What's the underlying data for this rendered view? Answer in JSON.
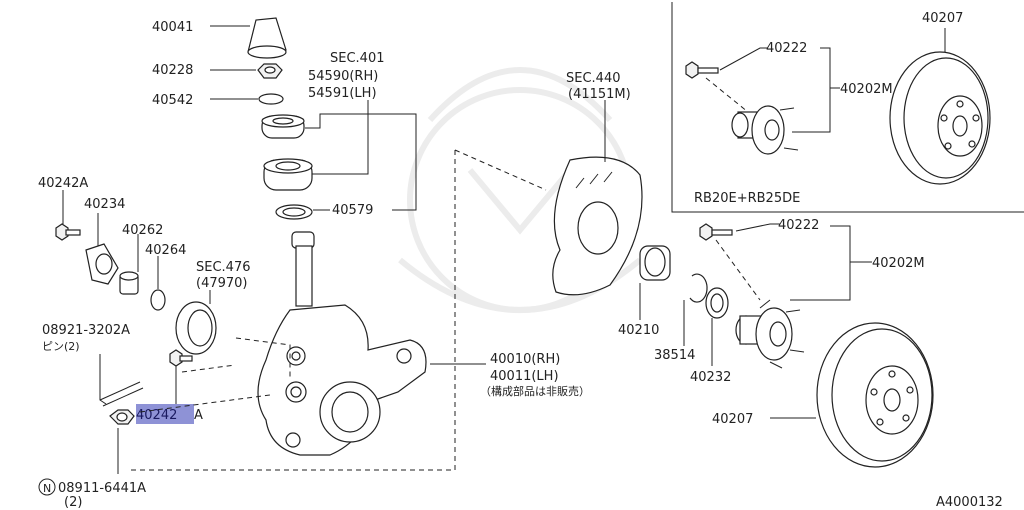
{
  "diagram": {
    "reference_code": "A4000132",
    "inset_label": "RB20E+RB25DE",
    "highlighted_part": "40242",
    "highlighted_suffix": "A",
    "section_refs": {
      "bearing": [
        "SEC.401",
        "54590(RH)",
        "54591(LH)"
      ],
      "brake_plate": [
        "SEC.440",
        "(41151M)"
      ],
      "seal": [
        "SEC.476",
        "(47970)"
      ]
    },
    "knuckle_labels": [
      "40010(RH)",
      "40011(LH)",
      "（構成部品は非販売）"
    ],
    "pin_label": [
      "08921-3202A",
      "ピン(2)"
    ],
    "nut_label": [
      "08911-6441A",
      "(2)"
    ],
    "nut_prefix": "N",
    "parts": {
      "p40041": "40041",
      "p40228": "40228",
      "p40542": "40542",
      "p40579": "40579",
      "p40242a": "40242A",
      "p40234": "40234",
      "p40262": "40262",
      "p40264": "40264",
      "p40210": "40210",
      "p38514": "38514",
      "p40232": "40232",
      "p40222_inset": "40222",
      "p40202m_inset": "40202M",
      "p40207_inset": "40207",
      "p40222_main": "40222",
      "p40202m_main": "40202M",
      "p40207_main": "40207"
    }
  }
}
